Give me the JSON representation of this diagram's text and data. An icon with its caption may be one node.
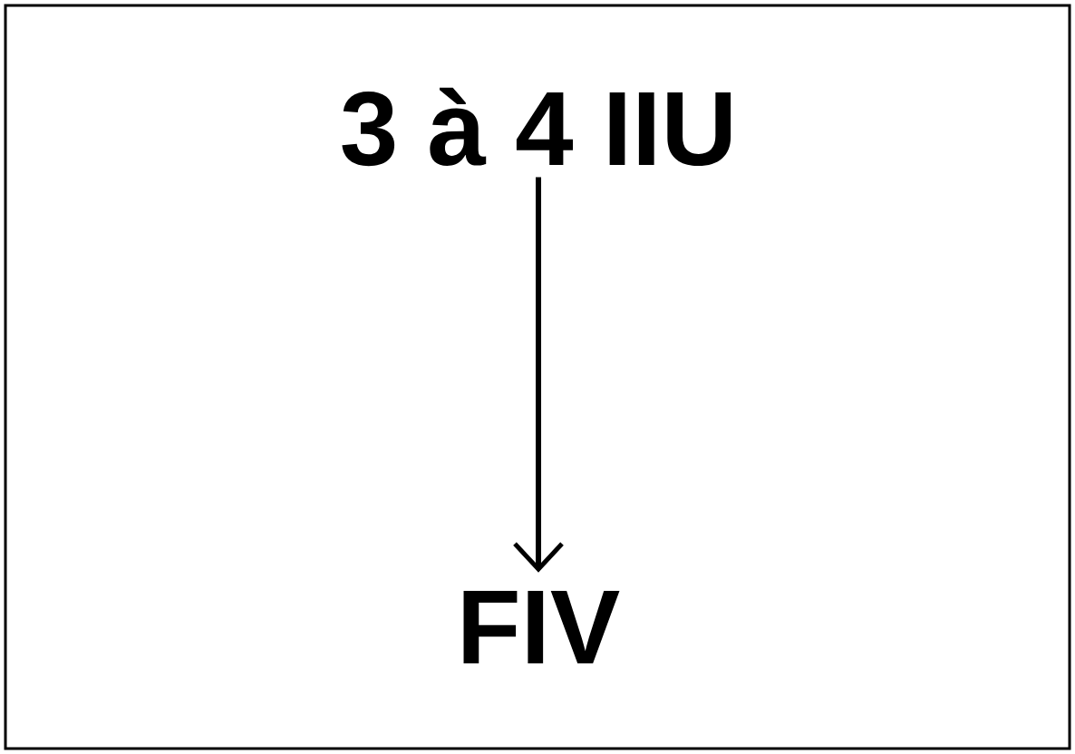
{
  "diagram": {
    "nodes": [
      {
        "text": [
          "3 à 4 IIU"
        ]
      },
      {
        "text": [
          "FIV"
        ]
      }
    ],
    "edges": [
      {
        "from": 0,
        "to": 1,
        "arrow": "to"
      }
    ]
  }
}
